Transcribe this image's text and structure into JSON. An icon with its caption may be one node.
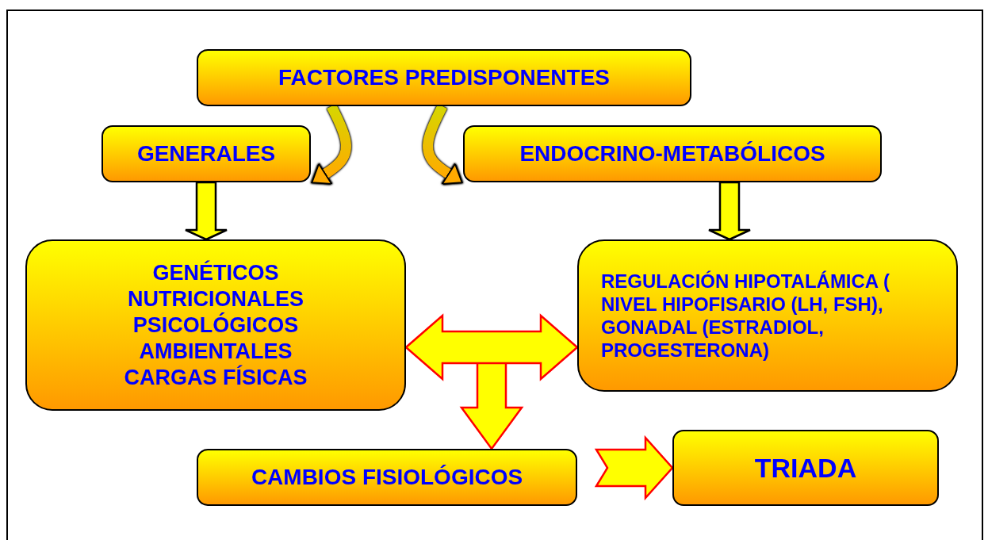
{
  "diagram": {
    "nodes": [
      {
        "text": [
          "FACTORES PREDISPONENTES"
        ]
      },
      {
        "text": [
          "GENERALES"
        ]
      },
      {
        "text": [
          "ENDOCRINO-METABÓLICOS"
        ]
      },
      {
        "text": [
          "GENÉTICOS",
          "NUTRICIONALES",
          "PSICOLÓGICOS",
          "AMBIENTALES",
          "CARGAS FÍSICAS"
        ]
      },
      {
        "text": [
          "REGULACIÓN HIPOTALÁMICA ( NIVEL HIPOFISARIO (LH, FSH), GONADAL (ESTRADIOL, PROGESTERONA)"
        ]
      },
      {
        "text": [
          "CAMBIOS FISIOLÓGICOS"
        ]
      },
      {
        "text": [
          "TRIADA"
        ]
      }
    ],
    "edges": [
      {
        "from": 0,
        "to": 1,
        "arrow": "to"
      },
      {
        "from": 0,
        "to": 2,
        "arrow": "to"
      },
      {
        "from": 1,
        "to": 3,
        "arrow": "to"
      },
      {
        "from": 2,
        "to": 4,
        "arrow": "to"
      },
      {
        "from": 3,
        "to": 4,
        "arrow": "both",
        "color": "#ff0000"
      },
      {
        "from": null,
        "to": 5,
        "arrow": "to",
        "color": "#ff0000"
      },
      {
        "from": 5,
        "to": 6,
        "arrow": "to",
        "color": "#ff0000"
      }
    ]
  }
}
